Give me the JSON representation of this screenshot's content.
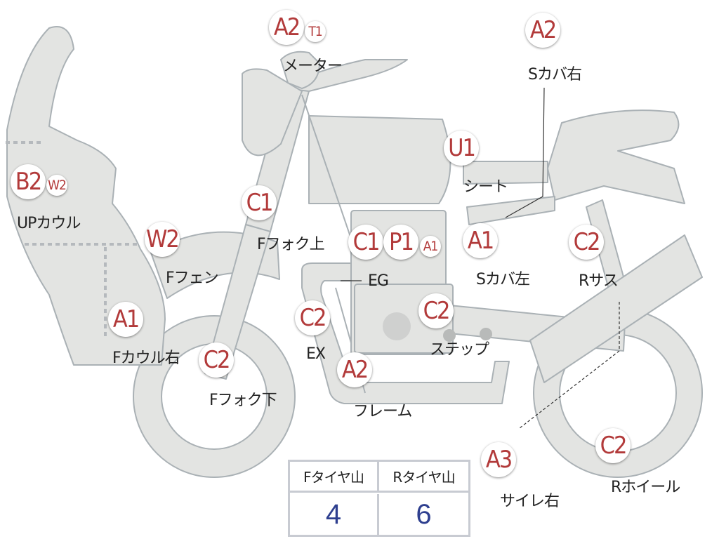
{
  "parts": [
    {
      "id": "meter",
      "code": "A2",
      "sub": "T1",
      "label": "メーター"
    },
    {
      "id": "side-cover-right",
      "code": "A2",
      "label": "Sカバ右"
    },
    {
      "id": "up-cowl",
      "code": "B2",
      "sub": "W2",
      "label": "UPカウル"
    },
    {
      "id": "seat",
      "code": "U1",
      "label": "シート"
    },
    {
      "id": "fork-upper",
      "code": "C1",
      "label": "Fフォク上"
    },
    {
      "id": "front-fender",
      "code": "W2",
      "label": "Fフェン"
    },
    {
      "id": "engine",
      "codes": [
        "C1",
        "P1"
      ],
      "sub": "A1",
      "label": "EG"
    },
    {
      "id": "side-cover-left",
      "code": "A1",
      "label": "Sカバ左"
    },
    {
      "id": "rear-suspension",
      "code": "C2",
      "label": "Rサス"
    },
    {
      "id": "front-cowl-right",
      "code": "A1",
      "label": "Fカウル右"
    },
    {
      "id": "exhaust",
      "code": "C2",
      "label": "EX"
    },
    {
      "id": "step",
      "code": "C2",
      "label": "ステップ"
    },
    {
      "id": "fork-lower",
      "code": "C2",
      "label": "Fフォク下"
    },
    {
      "id": "frame",
      "code": "A2",
      "label": "フレーム"
    },
    {
      "id": "silencer-right",
      "code": "A3",
      "label": "サイレ右"
    },
    {
      "id": "rear-wheel",
      "code": "C2",
      "label": "Rホイール"
    }
  ],
  "tire_table": {
    "headers": [
      "Fタイヤ山",
      "Rタイヤ山"
    ],
    "values": [
      "4",
      "6"
    ]
  },
  "colors": {
    "body": "#e3e4e2",
    "outline": "#aab1b5",
    "badge_text": "#b23a3a",
    "value_text": "#2e3f8f"
  }
}
